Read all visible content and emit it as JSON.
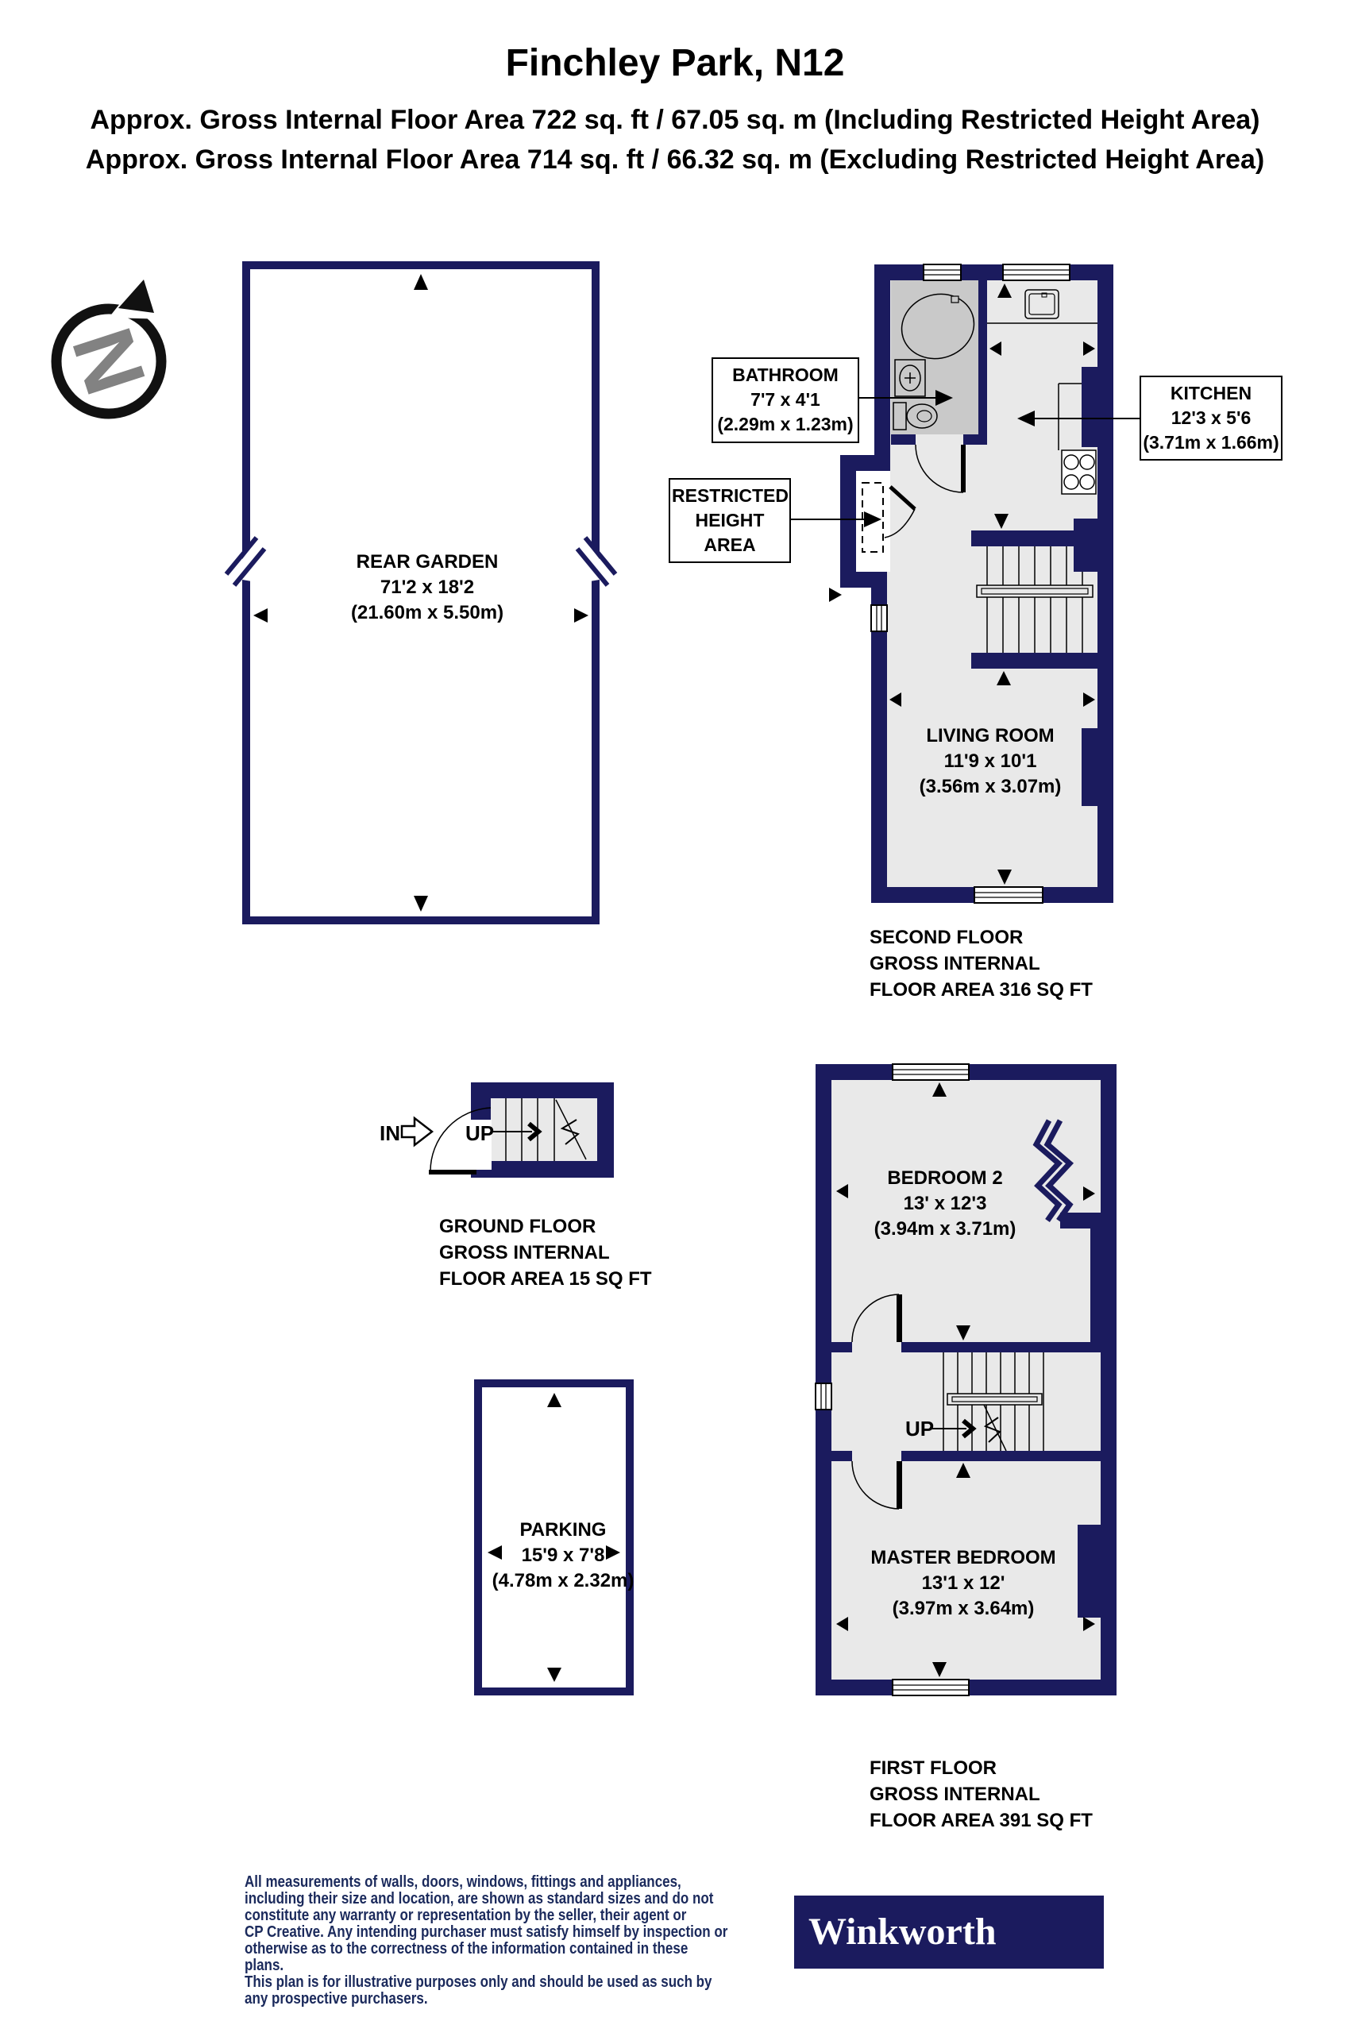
{
  "header": {
    "title": "Finchley Park, N12",
    "subtitle1": "Approx. Gross Internal Floor Area 722 sq. ft / 67.05 sq. m (Including Restricted Height Area)",
    "subtitle2": "Approx. Gross Internal Floor Area 714 sq. ft / 66.32 sq. m (Excluding Restricted Height Area)"
  },
  "compass": {
    "letter": "N"
  },
  "rooms": {
    "rear_garden": {
      "name": "REAR GARDEN",
      "imperial": "71'2 x 18'2",
      "metric": "(21.60m x 5.50m)"
    },
    "bathroom": {
      "name": "BATHROOM",
      "imperial": "7'7 x 4'1",
      "metric": "(2.29m x 1.23m)"
    },
    "kitchen": {
      "name": "KITCHEN",
      "imperial": "12'3 x 5'6",
      "metric": "(3.71m x 1.66m)"
    },
    "living_room": {
      "name": "LIVING ROOM",
      "imperial": "11'9 x 10'1",
      "metric": "(3.56m x 3.07m)"
    },
    "parking": {
      "name": "PARKING",
      "imperial": "15'9 x 7'8",
      "metric": "(4.78m x 2.32m)"
    },
    "bedroom2": {
      "name": "BEDROOM 2",
      "imperial": "13' x 12'3",
      "metric": "(3.94m x 3.71m)"
    },
    "master_bedroom": {
      "name": "MASTER BEDROOM",
      "imperial": "13'1 x 12'",
      "metric": "(3.97m x 3.64m)"
    }
  },
  "restricted_area": {
    "line1": "RESTRICTED",
    "line2": "HEIGHT",
    "line3": "AREA"
  },
  "captions": {
    "second_floor": {
      "line1": "SECOND FLOOR",
      "line2": "GROSS INTERNAL",
      "line3": "FLOOR AREA 316 SQ FT"
    },
    "ground_floor": {
      "line1": "GROUND FLOOR",
      "line2": "GROSS INTERNAL",
      "line3": "FLOOR AREA 15 SQ FT"
    },
    "first_floor": {
      "line1": "FIRST FLOOR",
      "line2": "GROSS INTERNAL",
      "line3": "FLOOR AREA 391 SQ FT"
    }
  },
  "stair_labels": {
    "in": "IN",
    "up": "UP"
  },
  "footer": {
    "disclaimer_lines": [
      "All measurements of walls, doors, windows, fittings and appliances,",
      "including their size and location, are shown as standard sizes and do not",
      "constitute any warranty or representation by the seller, their agent or",
      "CP Creative. Any intending purchaser must satisfy himself by inspection or",
      "otherwise as to the correctness of the information contained in these plans.",
      "This plan is for illustrative purposes only and should be used as such by",
      "any prospective purchasers."
    ],
    "logo_text": "Winkworth"
  },
  "colors": {
    "wall": "#1B1B5E",
    "floor": "#E9E9E9",
    "bathroom_floor": "#C9C9C9",
    "disclaimer_text": "#1B2A5C",
    "logo_background": "#1B1B5E",
    "compass_letter": "#828282"
  }
}
